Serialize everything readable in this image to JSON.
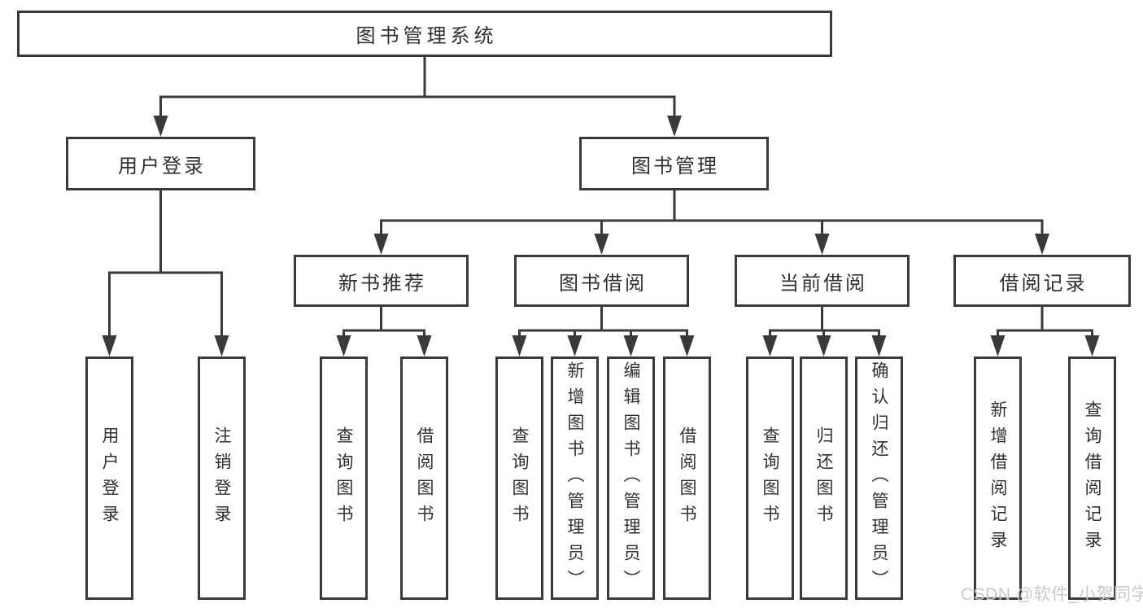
{
  "diagram": {
    "root": "图书管理系统",
    "level2": [
      "用户登录",
      "图书管理"
    ],
    "level3": [
      "新书推荐",
      "图书借阅",
      "当前借阅",
      "借阅记录"
    ],
    "leaves": {
      "user_login": [
        "用户登录",
        "注销登录"
      ],
      "new_book_recommend": [
        "查询图书",
        "借阅图书"
      ],
      "book_borrow": [
        "查询图书",
        "新增图书（管理员）",
        "编辑图书（管理员）",
        "借阅图书"
      ],
      "current_borrow": [
        "查询图书",
        "归还图书",
        "确认归还（管理员）"
      ],
      "borrow_records": [
        "新增借阅记录",
        "查询借阅记录"
      ]
    },
    "watermark": "CSDN @软件_小贺同学",
    "colors": {
      "line": "#3a3a3a",
      "text": "#303030",
      "watermark": "#c9c9c9",
      "background": "#ffffff"
    }
  }
}
